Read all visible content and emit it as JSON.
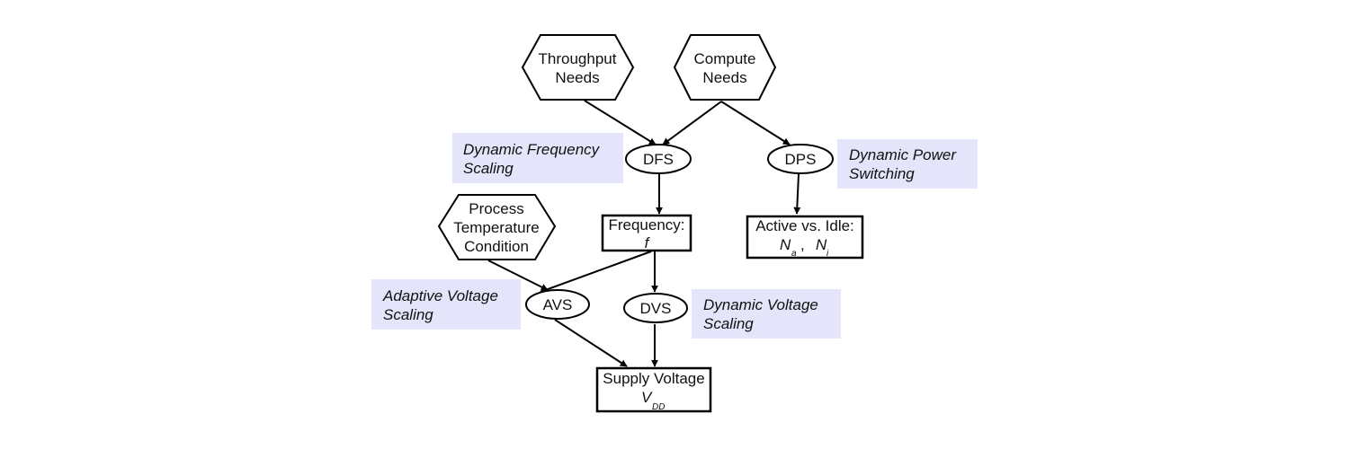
{
  "colors": {
    "note_background": "#e4e4fa",
    "stroke": "#000000",
    "text": "#111111"
  },
  "nodes": {
    "throughput_needs": {
      "line1": "Throughput",
      "line2": "Needs"
    },
    "compute_needs": {
      "line1": "Compute",
      "line2": "Needs"
    },
    "process_condition": {
      "line1": "Process",
      "line2": "Temperature",
      "line3": "Condition"
    },
    "dfs": {
      "label": "DFS"
    },
    "dps": {
      "label": "DPS"
    },
    "avs": {
      "label": "AVS"
    },
    "dvs": {
      "label": "DVS"
    },
    "frequency": {
      "line1": "Frequency:",
      "var": "f"
    },
    "active_idle": {
      "line1": "Active vs. Idle:",
      "var1": "N",
      "sub1": "a",
      "sep": ",",
      "var2": "N",
      "sub2": "i"
    },
    "supply_voltage": {
      "line1": "Supply Voltage",
      "var": "V",
      "sub": "DD"
    }
  },
  "notes": {
    "dfs": {
      "line1": "Dynamic Frequency",
      "line2": "Scaling"
    },
    "dps": {
      "line1": "Dynamic Power",
      "line2": "Switching"
    },
    "avs": {
      "line1": "Adaptive Voltage",
      "line2": "Scaling"
    },
    "dvs": {
      "line1": "Dynamic Voltage",
      "line2": "Scaling"
    }
  }
}
